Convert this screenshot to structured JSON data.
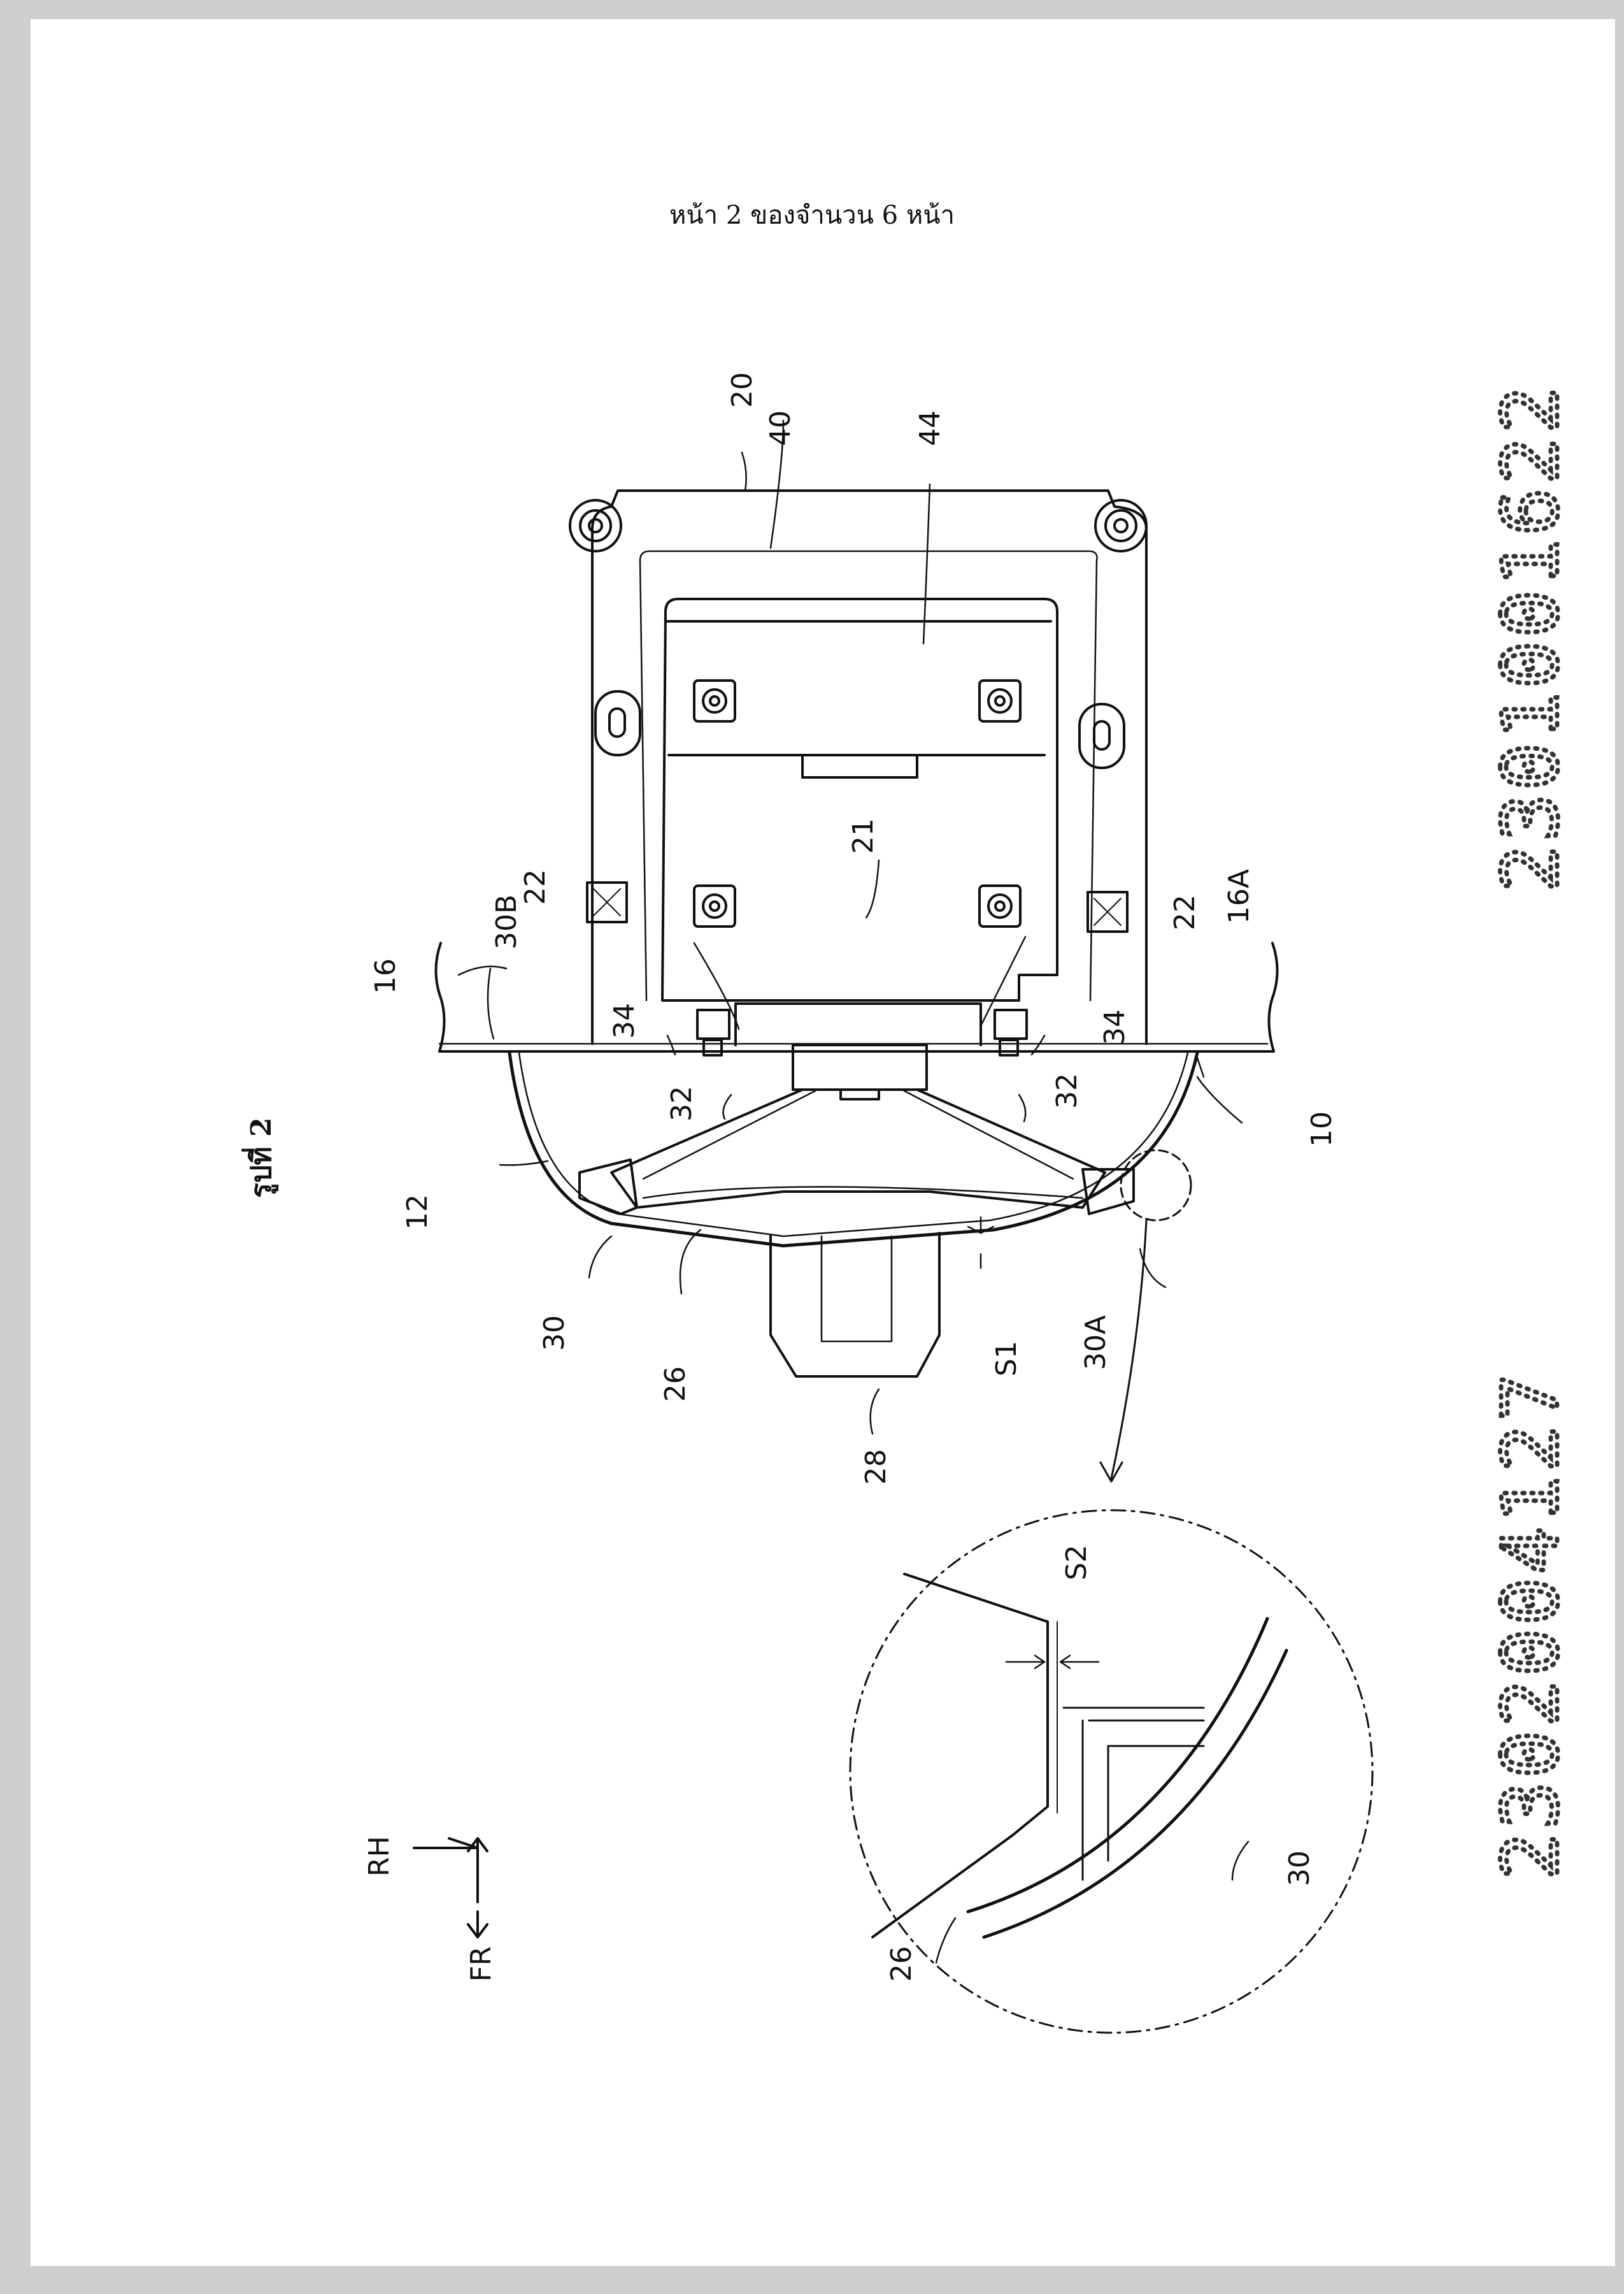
{
  "header": {
    "page_text": "หน้า 2 ของจำนวน 6 หน้า"
  },
  "figure": {
    "caption": "รูปที่ 2",
    "labels": {
      "l10": "10",
      "l12": "12",
      "l16": "16",
      "l16A": "16A",
      "l20": "20",
      "l21": "21",
      "l22a": "22",
      "l22b": "22",
      "l26": "26",
      "l26d": "26",
      "l28": "28",
      "l30": "30",
      "l30A": "30A",
      "l30B": "30B",
      "l30d": "30",
      "l32a": "32",
      "l32b": "32",
      "l34a": "34",
      "l34b": "34",
      "l40": "40",
      "l44": "44",
      "lS1": "S1",
      "lS2": "S2"
    },
    "axes": {
      "rh": "RH",
      "fr": "FR"
    }
  },
  "stamps": {
    "top": "2301001622",
    "bottom": "2302004127"
  }
}
